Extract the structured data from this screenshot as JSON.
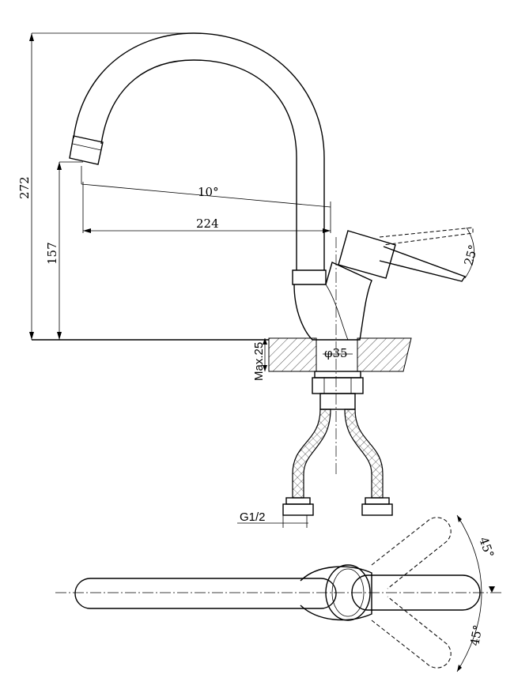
{
  "dimensions": {
    "total_height": "272",
    "spout_height": "157",
    "spout_angle": "10°",
    "spout_reach": "224",
    "handle_angle": "25°",
    "max_counter_thickness": "Max.25",
    "hole_diameter": "φ35",
    "connection_thread": "G1/2",
    "swivel_angle_top": "45°",
    "swivel_angle_bottom": "45°"
  }
}
